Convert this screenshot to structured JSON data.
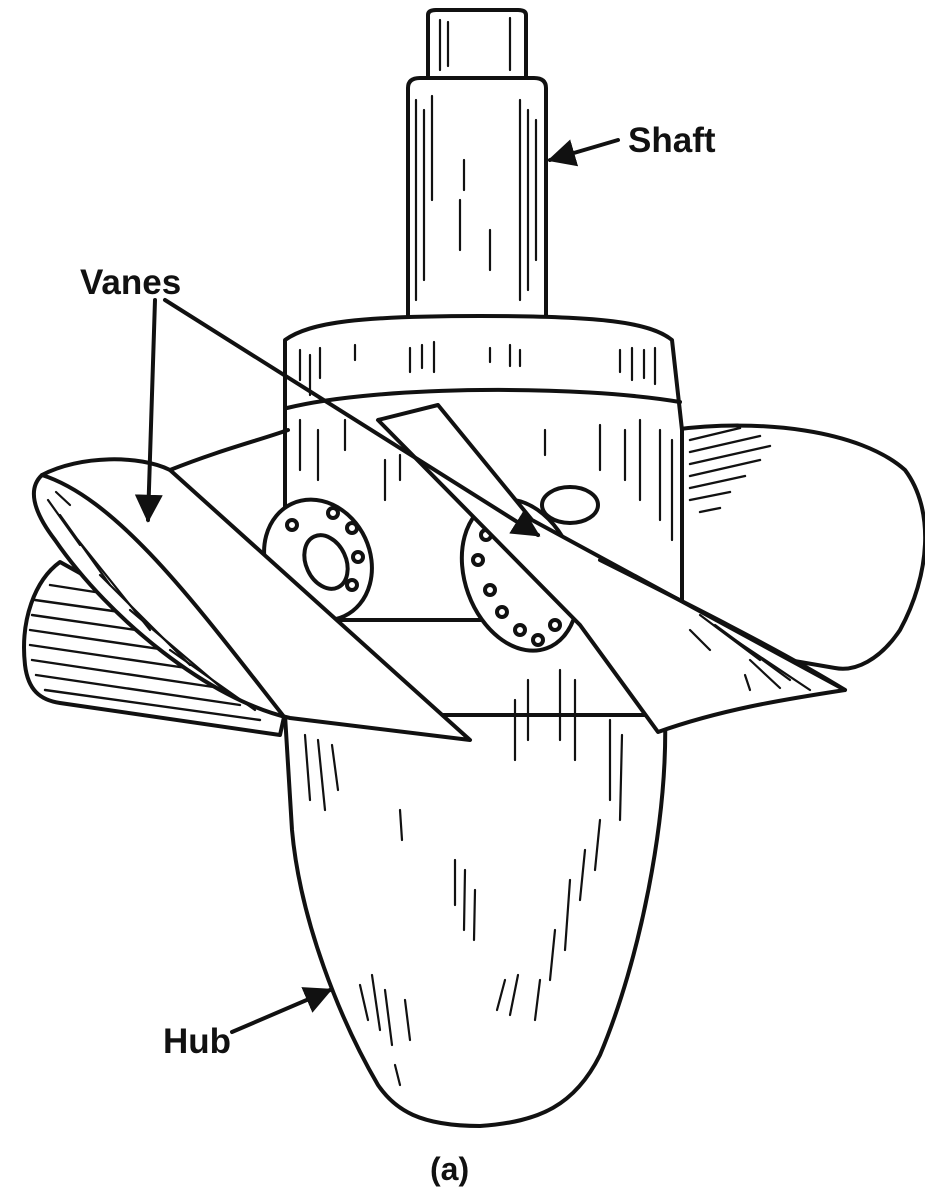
{
  "labels": {
    "shaft": "Shaft",
    "vanes": "Vanes",
    "hub": "Hub",
    "caption": "(a)"
  },
  "colors": {
    "ink": "#111111",
    "paper": "#ffffff"
  }
}
